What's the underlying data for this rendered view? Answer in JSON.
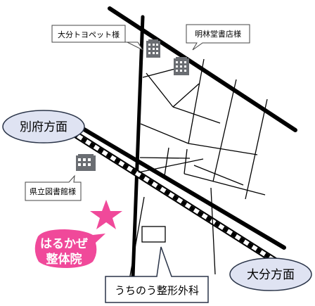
{
  "labels": {
    "beppu": "別府方面",
    "oita": "大分方面",
    "toyopet": "大分トヨペット様",
    "meirindo": "明林堂書店様",
    "library": "県立図書館様",
    "clinic": "うちのう整形外科",
    "harukaze_line1": "はるかぜ",
    "harukaze_line2": "整体院"
  },
  "colors": {
    "road": "#000000",
    "bubble_fill": "#dfe3f2",
    "bubble_stroke": "#2a3448",
    "star": "#f0499a",
    "clinic_label_fill": "#f0499a",
    "building": "#6a6d72"
  }
}
